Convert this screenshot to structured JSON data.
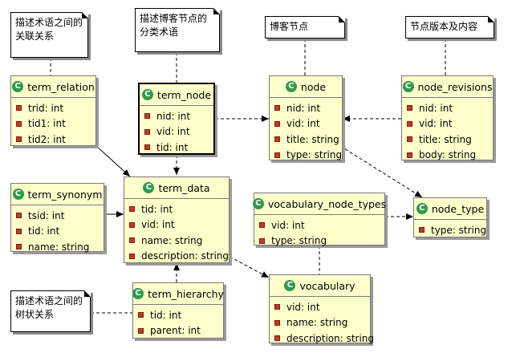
{
  "notes": {
    "term_relation": "描述术语之间的关联关系",
    "term_node": "描述博客节点的分类术语",
    "node": "博客节点",
    "node_revisions": "节点版本及内容",
    "term_hierarchy": "描述术语之间的树状关系"
  },
  "classes": {
    "term_relation": {
      "icon": "C",
      "name": "term_relation",
      "attrs": [
        "trid: int",
        "tid1: int",
        "tid2: int"
      ]
    },
    "term_node": {
      "icon": "C",
      "name": "term_node",
      "attrs": [
        "nid: int",
        "vid: int",
        "tid: int"
      ]
    },
    "node": {
      "icon": "C",
      "name": "node",
      "attrs": [
        "nid: int",
        "vid: int",
        "title: string",
        "type: string"
      ]
    },
    "node_revisions": {
      "icon": "C",
      "name": "node_revisions",
      "attrs": [
        "nid: int",
        "vid: int",
        "title: string",
        "body: string"
      ]
    },
    "term_synonym": {
      "icon": "C",
      "name": "term_synonym",
      "attrs": [
        "tsid: int",
        "tid: int",
        "name: string"
      ]
    },
    "term_data": {
      "icon": "C",
      "name": "term_data",
      "attrs": [
        "tid: int",
        "vid: int",
        "name: string",
        "description: string"
      ]
    },
    "vocabulary_node_types": {
      "icon": "C",
      "name": "vocabulary_node_types",
      "attrs": [
        "vid: int",
        "type: string"
      ]
    },
    "node_type": {
      "icon": "C",
      "name": "node_type",
      "attrs": [
        "type: string"
      ]
    },
    "term_hierarchy": {
      "icon": "C",
      "name": "term_hierarchy",
      "attrs": [
        "tid: int",
        "parent: int"
      ]
    },
    "vocabulary": {
      "icon": "C",
      "name": "vocabulary",
      "attrs": [
        "vid: int",
        "name: string",
        "description: string"
      ]
    }
  },
  "colors": {
    "class_fill": "#ffffcc",
    "class_icon": "#2e9a4e",
    "attr_marker": "#c0392b"
  }
}
